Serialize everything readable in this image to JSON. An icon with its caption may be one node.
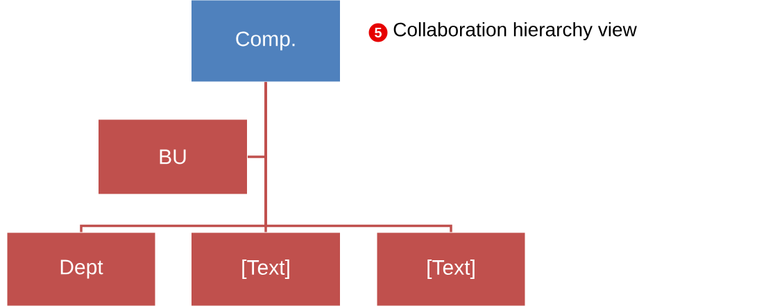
{
  "diagram": {
    "nodes": [
      {
        "text": [
          "Comp."
        ]
      },
      {
        "text": [
          "BU"
        ]
      },
      {
        "text": [
          "Dept"
        ]
      },
      {
        "text": [
          "[Text]"
        ]
      },
      {
        "text": [
          "[Text]"
        ]
      }
    ],
    "edges": [
      {
        "from": 0,
        "to": 1,
        "arrow": "none"
      },
      {
        "from": 0,
        "to": 2,
        "arrow": "none"
      },
      {
        "from": 0,
        "to": 3,
        "arrow": "none"
      },
      {
        "from": 0,
        "to": 4,
        "arrow": "none"
      }
    ],
    "labels": [
      "5",
      "Collaboration hierarchy view"
    ]
  }
}
